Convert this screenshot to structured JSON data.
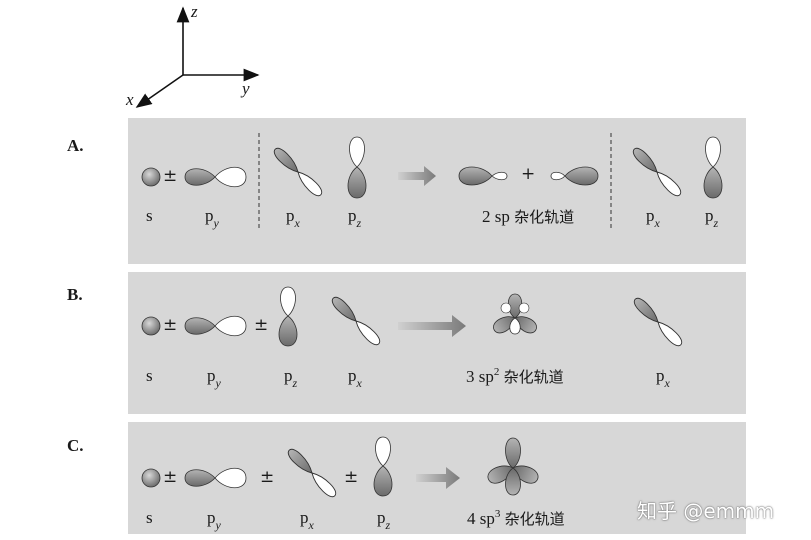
{
  "axes": {
    "z": "z",
    "y": "y",
    "x": "x"
  },
  "rows": [
    {
      "label": "A.",
      "orbital_labels": [
        "s",
        "p",
        "y",
        "p",
        "x",
        "p",
        "z",
        "p",
        "x",
        "p",
        "z"
      ],
      "result_count": "2",
      "result_type": "sp",
      "result_text": "杂化轨道",
      "plus": "+"
    },
    {
      "label": "B.",
      "orbital_labels": [
        "s",
        "p",
        "y",
        "p",
        "z",
        "p",
        "x",
        "p",
        "x"
      ],
      "result_count": "3",
      "result_type": "sp",
      "result_sup": "2",
      "result_text": "杂化轨道"
    },
    {
      "label": "C.",
      "orbital_labels": [
        "s",
        "p",
        "y",
        "p",
        "x",
        "p",
        "z"
      ],
      "result_count": "4",
      "result_type": "sp",
      "result_sup": "3",
      "result_text": "杂化轨道"
    }
  ],
  "symbols": {
    "plusminus": "±"
  },
  "watermark": {
    "text": "知乎 @emmm"
  },
  "colors": {
    "panel": "#d7d7d7",
    "lobe_dark": "#8a8a8a",
    "lobe_light": "#ffffff",
    "arrow": "#9a9a9a"
  }
}
